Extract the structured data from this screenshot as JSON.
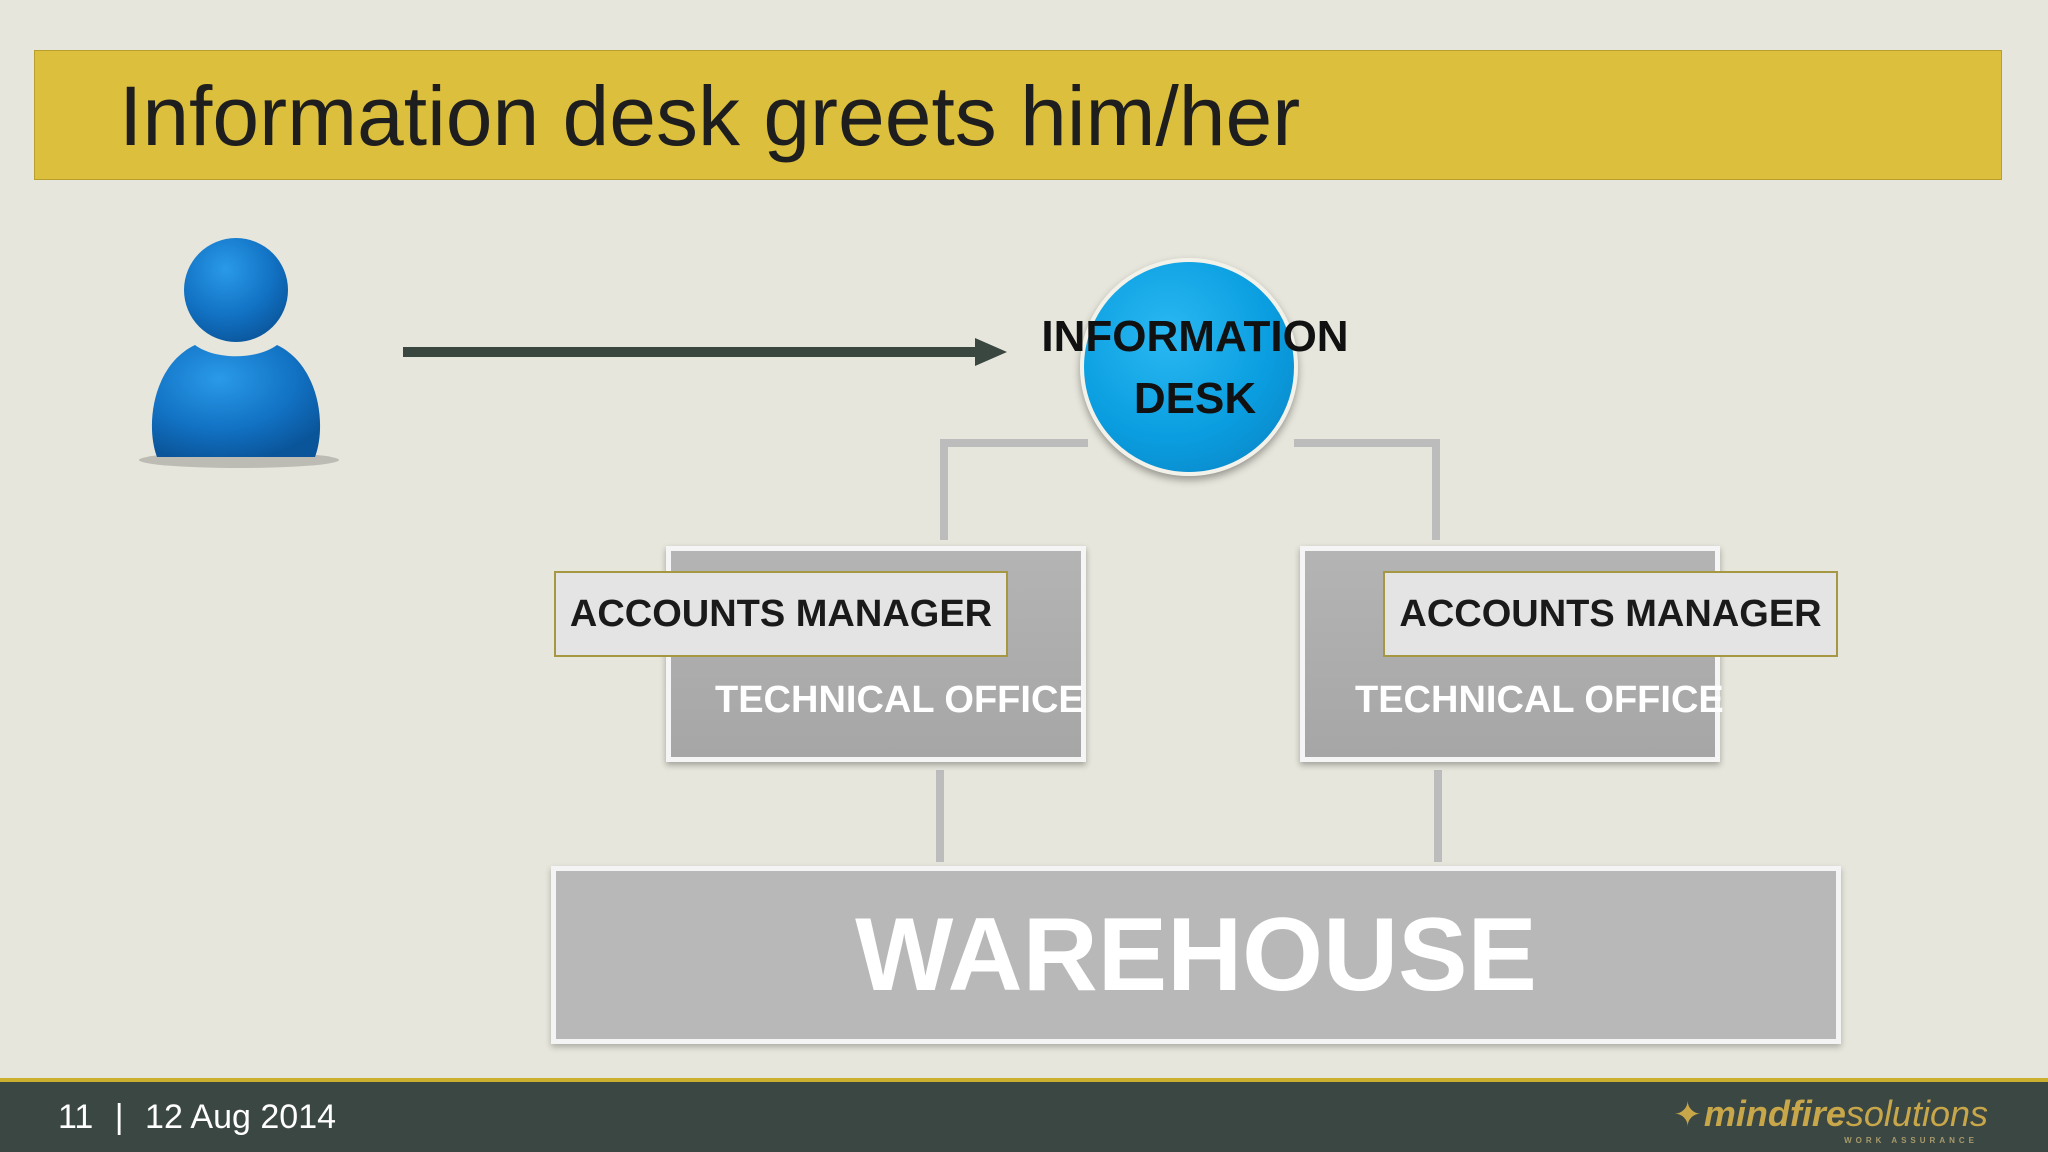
{
  "slide": {
    "title": "Information desk greets him/her"
  },
  "diagram": {
    "desk_line1": "INFORMATION",
    "desk_line2": "DESK",
    "left_box": {
      "accounts_label": "ACCOUNTS MANAGER",
      "office_label": "TECHNICAL OFFICE"
    },
    "right_box": {
      "accounts_label": "ACCOUNTS MANAGER",
      "office_label": "TECHNICAL OFFICE"
    },
    "warehouse_label": "WAREHOUSE",
    "person_icon": "person-icon"
  },
  "footer": {
    "page_number": "11",
    "separator": "|",
    "date": "12 Aug 2014",
    "logo_bold": "mindfire",
    "logo_light": "solutions",
    "logo_tagline": "WORK ASSURANCE"
  },
  "colors": {
    "title_bar": "#dcbf3c",
    "desk_circle": "#0a9ee0",
    "person": "#1474c8",
    "footer": "#3b4743",
    "background": "#e6e6dc"
  }
}
